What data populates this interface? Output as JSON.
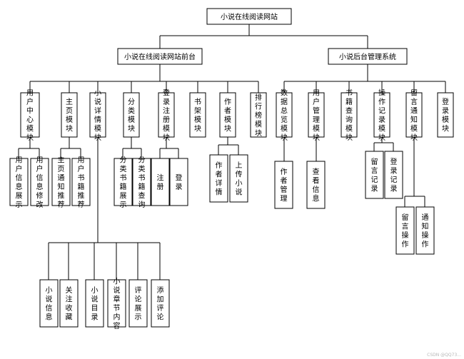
{
  "nodes": {
    "root": "小说在线阅读网站",
    "front": "小说在线阅读网站前台",
    "back": "小说后台管理系统",
    "user_center": "用户中心模块",
    "home": "主页模块",
    "novel_detail": "小说详情模块",
    "category": "分类模块",
    "login_register": "登录注册模块",
    "bookshelf": "书架模块",
    "author": "作者模块",
    "ranking": "排行榜模块",
    "data_overview": "数据总览模块",
    "user_manage": "用户管理模块",
    "book_query": "书籍查询模块",
    "operation_log": "操作记录模块",
    "message_notice": "留言通知模块",
    "login_module": "登录模块",
    "user_info_show": "用户信息展示",
    "user_info_edit": "用户信息修改",
    "home_notice_rec": "主页通知推荐",
    "user_book_rec": "用户书籍推荐",
    "cat_book_show": "分类书籍展示",
    "cat_book_query": "分类书籍查询",
    "login": "注册",
    "register": "登录",
    "author_detail": "作者详情",
    "upload_novel": "上传小说",
    "author_manage": "作者管理",
    "view_info": "查看信息",
    "message_record": "留言记录",
    "login_record": "登录记录",
    "message_op": "留言操作",
    "notice_op": "通知操作",
    "novel_info": "小说信息",
    "follow_collect": "关注收藏",
    "novel_catalog": "小说目录",
    "novel_chapter": "小说章节内容",
    "comment_show": "评论展示",
    "add_comment": "添加评论"
  },
  "watermark": "CSDN @QQ73...",
  "colors": {
    "line": "#000000",
    "box_fill": "#ffffff",
    "text": "#000000"
  }
}
